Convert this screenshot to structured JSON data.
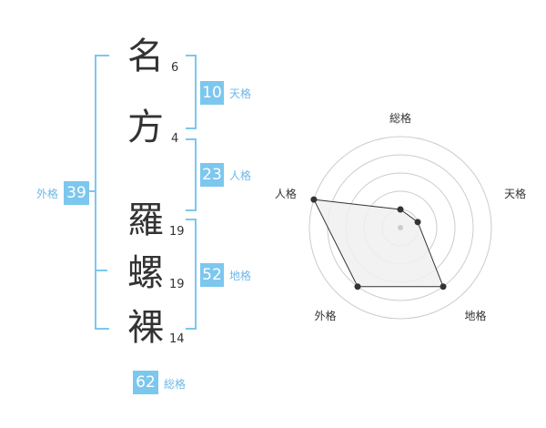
{
  "characters": [
    {
      "char": "名",
      "strokes": "6"
    },
    {
      "char": "方",
      "strokes": "4"
    },
    {
      "char": "羅",
      "strokes": "19"
    },
    {
      "char": "螺",
      "strokes": "19"
    },
    {
      "char": "裸",
      "strokes": "14"
    }
  ],
  "fortunes": {
    "tenkaku": {
      "value": "10",
      "label": "天格"
    },
    "jinkaku": {
      "value": "23",
      "label": "人格"
    },
    "chikaku": {
      "value": "52",
      "label": "地格"
    },
    "gaikaku": {
      "value": "39",
      "label": "外格"
    },
    "soukaku": {
      "value": "62",
      "label": "総格"
    }
  },
  "chart_data": {
    "type": "radar",
    "axes": [
      "総格",
      "天格",
      "地格",
      "外格",
      "人格"
    ],
    "values": [
      1,
      1,
      4,
      4,
      5
    ],
    "max": 5,
    "rings": 5,
    "colors": {
      "fill": "#f0f0f0",
      "stroke": "#333333",
      "grid": "#cccccc"
    }
  }
}
